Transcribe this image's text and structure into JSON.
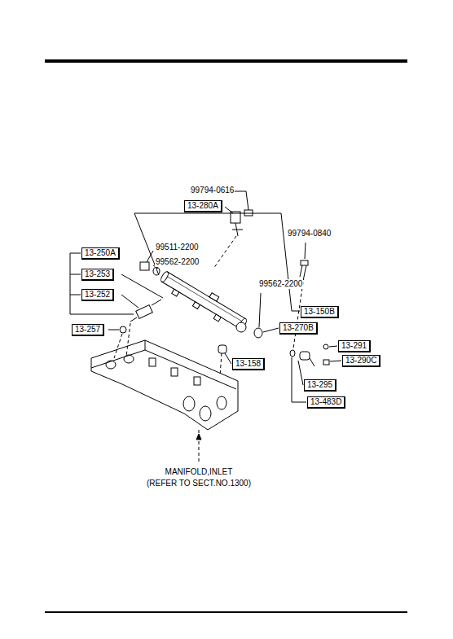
{
  "diagram": {
    "nodes": [
      {
        "text": [
          "13-280A"
        ]
      },
      {
        "text": [
          "13-250A"
        ]
      },
      {
        "text": [
          "13-253"
        ]
      },
      {
        "text": [
          "13-252"
        ]
      },
      {
        "text": [
          "13-150B"
        ]
      },
      {
        "text": [
          "13-257"
        ]
      },
      {
        "text": [
          "13-270B"
        ]
      },
      {
        "text": [
          "13-291"
        ]
      },
      {
        "text": [
          "13-158"
        ]
      },
      {
        "text": [
          "13-290C"
        ]
      },
      {
        "text": [
          "13-295"
        ]
      },
      {
        "text": [
          "13-483D"
        ]
      }
    ],
    "labels": [
      "99794-0616",
      "99794-0840",
      "99511-2200",
      "99562-2200",
      "99562-2200",
      "MANIFOLD,INLET",
      "(REFER TO SECT.NO.1300)"
    ]
  }
}
